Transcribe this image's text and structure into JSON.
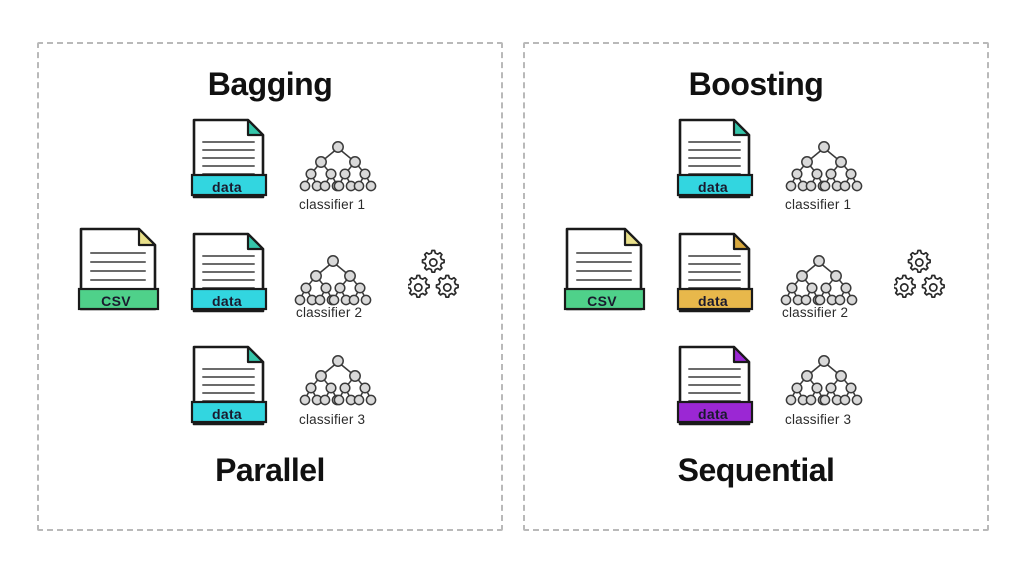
{
  "diagram": {
    "title": "Bagging vs Boosting ensemble learning diagram",
    "background": "#ffffff",
    "panel_border_color": "#b9b9b9"
  },
  "panels": [
    {
      "id": "bagging",
      "title": "Bagging",
      "subtitle": "Parallel",
      "source": {
        "label": "CSV",
        "band_color": "#4fd18a",
        "fold_color": "#e9e08a"
      },
      "samples": [
        {
          "label": "data",
          "band_color": "#32d6e0",
          "fold_color": "#35c6aa"
        },
        {
          "label": "data",
          "band_color": "#32d6e0",
          "fold_color": "#35c6aa"
        },
        {
          "label": "data",
          "band_color": "#32d6e0",
          "fold_color": "#35c6aa"
        }
      ],
      "classifiers": [
        {
          "caption": "classifier 1",
          "icon": "decision-tree-icon"
        },
        {
          "caption": "classifier 2",
          "icon": "decision-tree-icon"
        },
        {
          "caption": "classifier 3",
          "icon": "decision-tree-icon"
        }
      ],
      "aggregator": {
        "icon": "gears-icon",
        "gear_count": 3
      },
      "flow": "parallel"
    },
    {
      "id": "boosting",
      "title": "Boosting",
      "subtitle": "Sequential",
      "source": {
        "label": "CSV",
        "band_color": "#4fd18a",
        "fold_color": "#e9e08a"
      },
      "samples": [
        {
          "label": "data",
          "band_color": "#32d6e0",
          "fold_color": "#35c6aa"
        },
        {
          "label": "data",
          "band_color": "#e8b84b",
          "fold_color": "#d8a93f"
        },
        {
          "label": "data",
          "band_color": "#9b27d4",
          "fold_color": "#8a1fbd"
        }
      ],
      "classifiers": [
        {
          "caption": "classifier 1",
          "icon": "decision-tree-icon"
        },
        {
          "caption": "classifier 2",
          "icon": "decision-tree-icon"
        },
        {
          "caption": "classifier 3",
          "icon": "decision-tree-icon"
        }
      ],
      "aggregator": {
        "icon": "gears-icon",
        "gear_count": 3
      },
      "flow": "sequential"
    }
  ],
  "legend_notes": {
    "tree_levels": 4,
    "tree_node_counts": [
      1,
      2,
      4,
      8
    ],
    "node_fill": "#d9d9d9",
    "node_stroke": "#3a3a3a",
    "arrow_color": "#111111",
    "doc_line_color": "#6b6b6b"
  }
}
